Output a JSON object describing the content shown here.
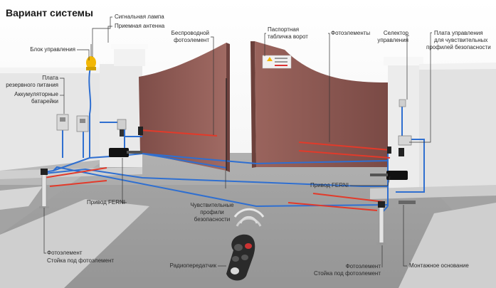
{
  "title": "Вариант системы",
  "labels": {
    "signal_lamp": "Сигнальная лампа",
    "antenna": "Приемная антенна",
    "control_unit": "Блок управления",
    "backup_board_1": "Плата",
    "backup_board_2": "резервного питания",
    "batteries_1": "Аккумуляторные",
    "batteries_2": "батарейки",
    "wireless_photo_1": "Беспроводной",
    "wireless_photo_2": "фотоэлемент",
    "gate_plate_1": "Паспортная",
    "gate_plate_2": "табличка ворот",
    "photocells": "Фотоэлементы",
    "selector_1": "Селектор",
    "selector_2": "управления",
    "sensor_board_1": "Плата управления",
    "sensor_board_2": "для чувствительных",
    "sensor_board_3": "профилей безопасности",
    "drive_ferni_right": "Привод FERNI",
    "drive_ferni_left": "Привод FERNI",
    "sensitive_1": "Чувствительные",
    "sensitive_2": "профили",
    "sensitive_3": "безопасности",
    "photo_left": "Фотоэлемент",
    "post_left": "Стойка под фотоэлемент",
    "transmitter": "Радиопередатчик",
    "photo_right": "Фотоэлемент",
    "post_right": "Стойка под фотоэлемент",
    "mounting_base": "Монтажное основание"
  },
  "colors": {
    "cable": "#2f6fd0",
    "beam": "#e23a2a",
    "gate": "#8f5a54",
    "wall": "#dcdcdc",
    "ground": "#bfbfbf",
    "lamp": "#f2b705"
  }
}
